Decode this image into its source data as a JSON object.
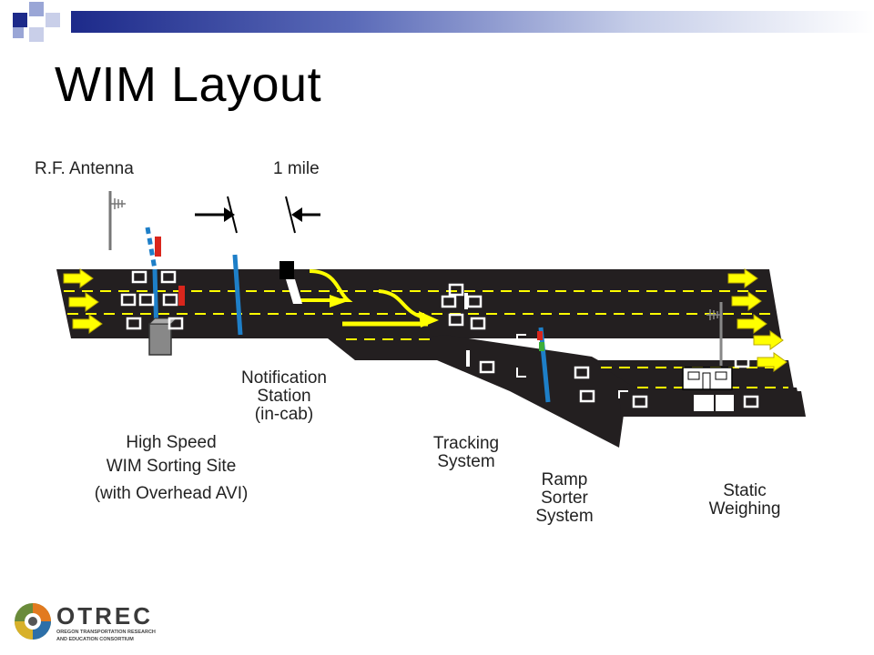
{
  "title": "WIM Layout",
  "labels": {
    "rf_antenna": "R.F. Antenna",
    "one_mile": "1 mile",
    "notification": [
      "Notification",
      "Station",
      "(in-cab)"
    ],
    "high_speed": [
      "High Speed",
      "WIM Sorting Site",
      "(with Overhead AVI)"
    ],
    "tracking": [
      "Tracking",
      "System"
    ],
    "ramp_sorter": [
      "Ramp",
      "Sorter",
      "System"
    ],
    "static_weighing": [
      "Static",
      "Weighing"
    ]
  },
  "logo": {
    "name": "OTREC",
    "tagline_1": "OREGON TRANSPORTATION RESEARCH",
    "tagline_2": "AND EDUCATION CONSORTIUM"
  },
  "colors": {
    "road": "#231f20",
    "lane_marks": "#ffff00",
    "arrows": "#ffff00",
    "arrow_outline": "#b8a800",
    "detector_blue": "#1e7fc8",
    "signal_red": "#d9261c",
    "signal_green": "#3cae3a",
    "title_bar_dark": "#1d2a8a"
  }
}
